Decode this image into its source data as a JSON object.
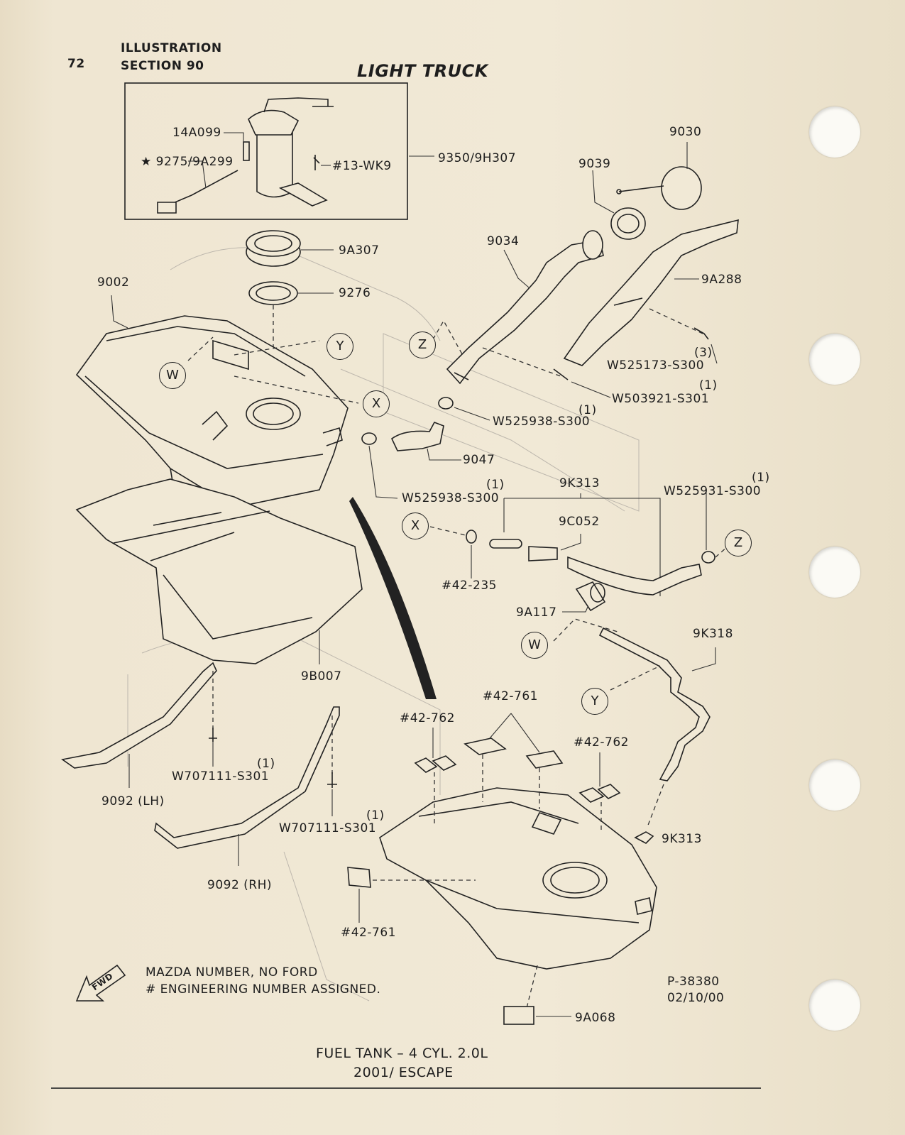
{
  "header": {
    "page_number": "72",
    "line1": "ILLUSTRATION",
    "line2": "SECTION 90",
    "title": "LIGHT TRUCK"
  },
  "inset_labels": [
    "14A099",
    "★ 9275/9A299",
    "#13-WK9",
    "9350/9H307"
  ],
  "part_labels": {
    "p9030": "9030",
    "p9039": "9039",
    "p9034": "9034",
    "p9A288": "9A288",
    "p9A307": "9A307",
    "p9276": "9276",
    "p9002": "9002",
    "w525173_qty": "(3)",
    "w525173": "W525173-S300",
    "w503921_qty_a": "(1)",
    "w503921": "W503921-S301",
    "w503921_qty_b": "(1)",
    "w525938_top": "W525938-S300",
    "p9047": "9047",
    "w525938_qty": "(1)",
    "w525938_bot": "W525938-S300",
    "p9K313_top": "9K313",
    "p9C052": "9C052",
    "w525931_qty": "(1)",
    "w525931": "W525931-S300",
    "p42_235": "#42-235",
    "p9A117": "9A117",
    "p9K318": "9K318",
    "p9B007": "9B007",
    "p42_761_top": "#42-761",
    "p42_762_left": "#42-762",
    "p42_762_right": "#42-762",
    "w707111_qty_a": "(1)",
    "w707111_a": "W707111-S301",
    "p9092_lh": "9092 (LH)",
    "w707111_qty_b": "(1)",
    "w707111_b": "W707111-S301",
    "p9092_rh": "9092 (RH)",
    "p9K313_bot": "9K313",
    "p42_761_bot": "#42-761",
    "p9A068": "9A068"
  },
  "callouts": {
    "x": "X",
    "y": "Y",
    "z": "Z",
    "w": "W"
  },
  "fwd_label": "FWD",
  "notes": {
    "line1": "MAZDA NUMBER, NO FORD",
    "line2": "# ENGINEERING NUMBER ASSIGNED."
  },
  "ref": {
    "code": "P-38380",
    "date": "02/10/00"
  },
  "footer": {
    "line1": "FUEL TANK – 4 CYL. 2.0L",
    "line2": "2001/ ESCAPE"
  }
}
